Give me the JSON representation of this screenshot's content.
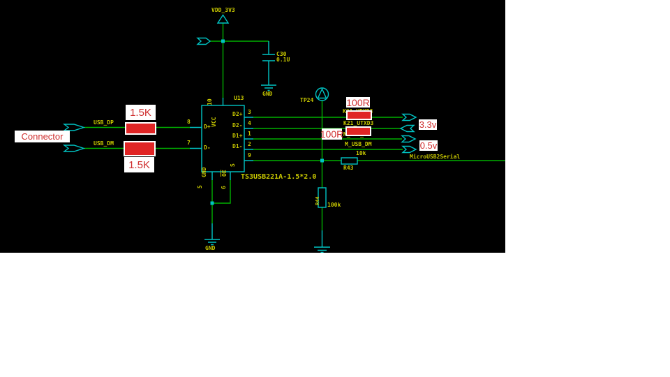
{
  "colors": {
    "background": "#000000",
    "page": "#ffffff",
    "wire_green": "#00b000",
    "symbol_cyan": "#00c4c4",
    "label_yellow": "#c8c800",
    "annotation_red_fill": "#e02525",
    "annotation_text_red": "#cf2f2f"
  },
  "power": {
    "vdd_label": "VDD_3V3",
    "cap_ref": "C30",
    "cap_value": "0.1U",
    "cap_gnd_label": "GND"
  },
  "ic": {
    "ref": "U13",
    "part_number": "TS3USB221A-1.5*2.0",
    "top_pin": {
      "num": "10",
      "name": "VCC"
    },
    "left_pins": [
      {
        "num": "8",
        "name": "D+"
      },
      {
        "num": "7",
        "name": "D-"
      }
    ],
    "right_pins": [
      {
        "num": "3",
        "name": "D2+"
      },
      {
        "num": "4",
        "name": "D2-"
      },
      {
        "num": "1",
        "name": "D1+"
      },
      {
        "num": "2",
        "name": "D1-"
      },
      {
        "num": "9",
        "name": "S"
      }
    ],
    "bottom_pins": [
      {
        "num": "5",
        "name": "GND"
      },
      {
        "num": "6",
        "name": "OE"
      }
    ],
    "gnd_label": "GND"
  },
  "nets": {
    "usb_dp": "USB_DP",
    "usb_dm": "USB_DM",
    "uart_rx": "K21_URXD3",
    "uart_tx": "K21_UTXD3",
    "musb_dp": "M_USB_DP",
    "musb_dm": "M_USB_DM",
    "serial": "MicroUSB2Serial"
  },
  "testpoint": {
    "ref": "TP24"
  },
  "r43": {
    "ref": "R43",
    "value": "10k"
  },
  "r44": {
    "ref": "R44",
    "value": "100k"
  },
  "annotations": {
    "connector": "Connector",
    "pullup_top": "1.5K",
    "pullup_bottom": "1.5K",
    "series_top": "100R",
    "series_left": "100R",
    "voltage_33": "3.3v",
    "voltage_05": "0.5v"
  }
}
